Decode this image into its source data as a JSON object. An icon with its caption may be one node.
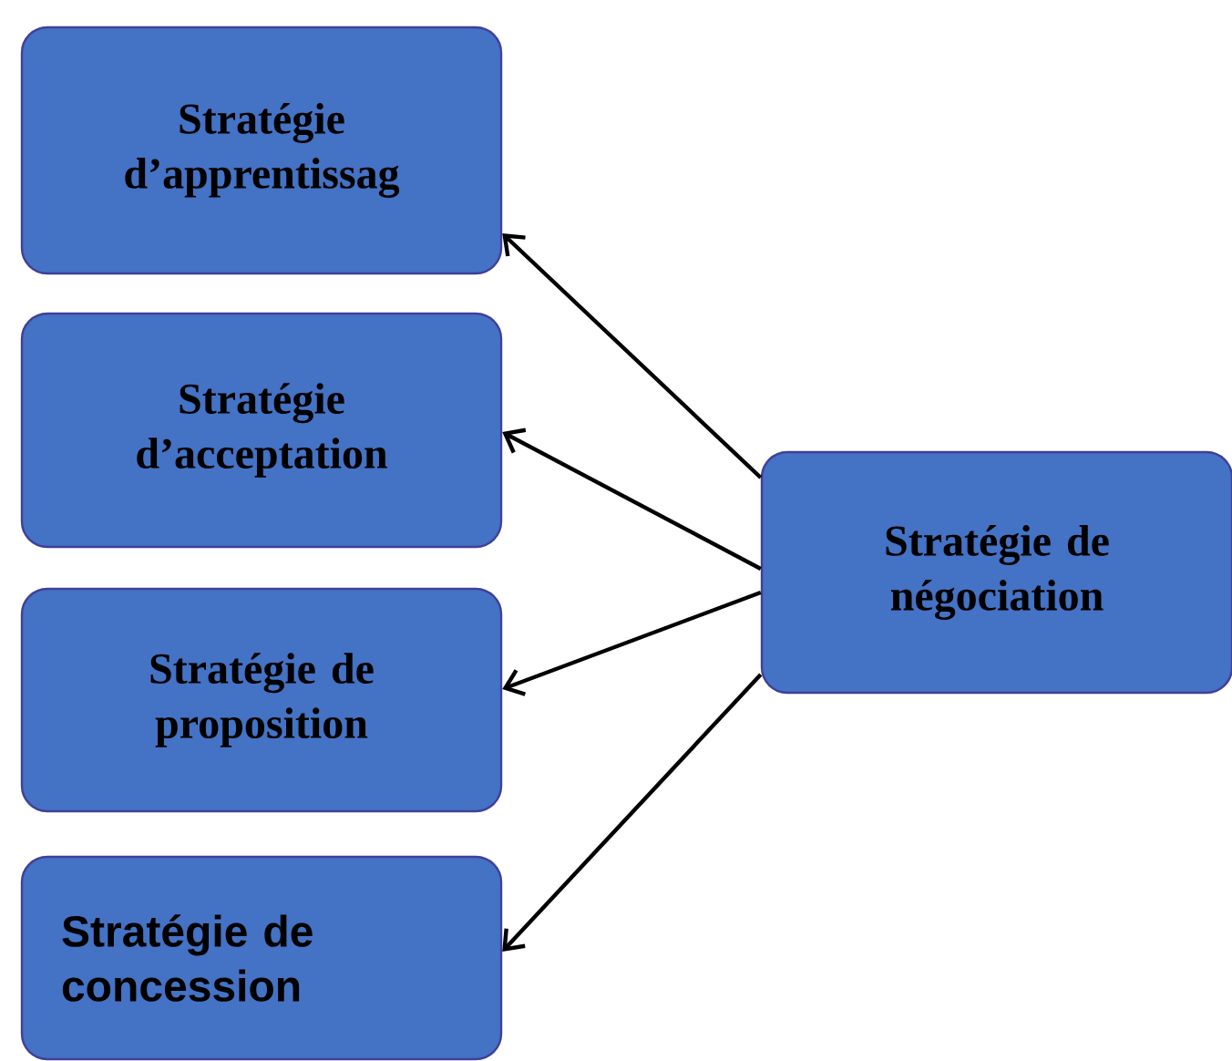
{
  "diagram": {
    "nodes": [
      {
        "text": [
          "Stratégie d’apprentissag"
        ]
      },
      {
        "text": [
          "Stratégie d’acceptation"
        ]
      },
      {
        "text": [
          "Stratégie de proposition"
        ]
      },
      {
        "text": [
          "Stratégie de concession"
        ]
      },
      {
        "text": [
          "Stratégie de négociation"
        ]
      }
    ],
    "edges": [
      {
        "from": 4,
        "to": 0,
        "arrow": "to"
      },
      {
        "from": 4,
        "to": 1,
        "arrow": "to"
      },
      {
        "from": 4,
        "to": 2,
        "arrow": "to"
      },
      {
        "from": 4,
        "to": 3,
        "arrow": "to"
      }
    ]
  }
}
